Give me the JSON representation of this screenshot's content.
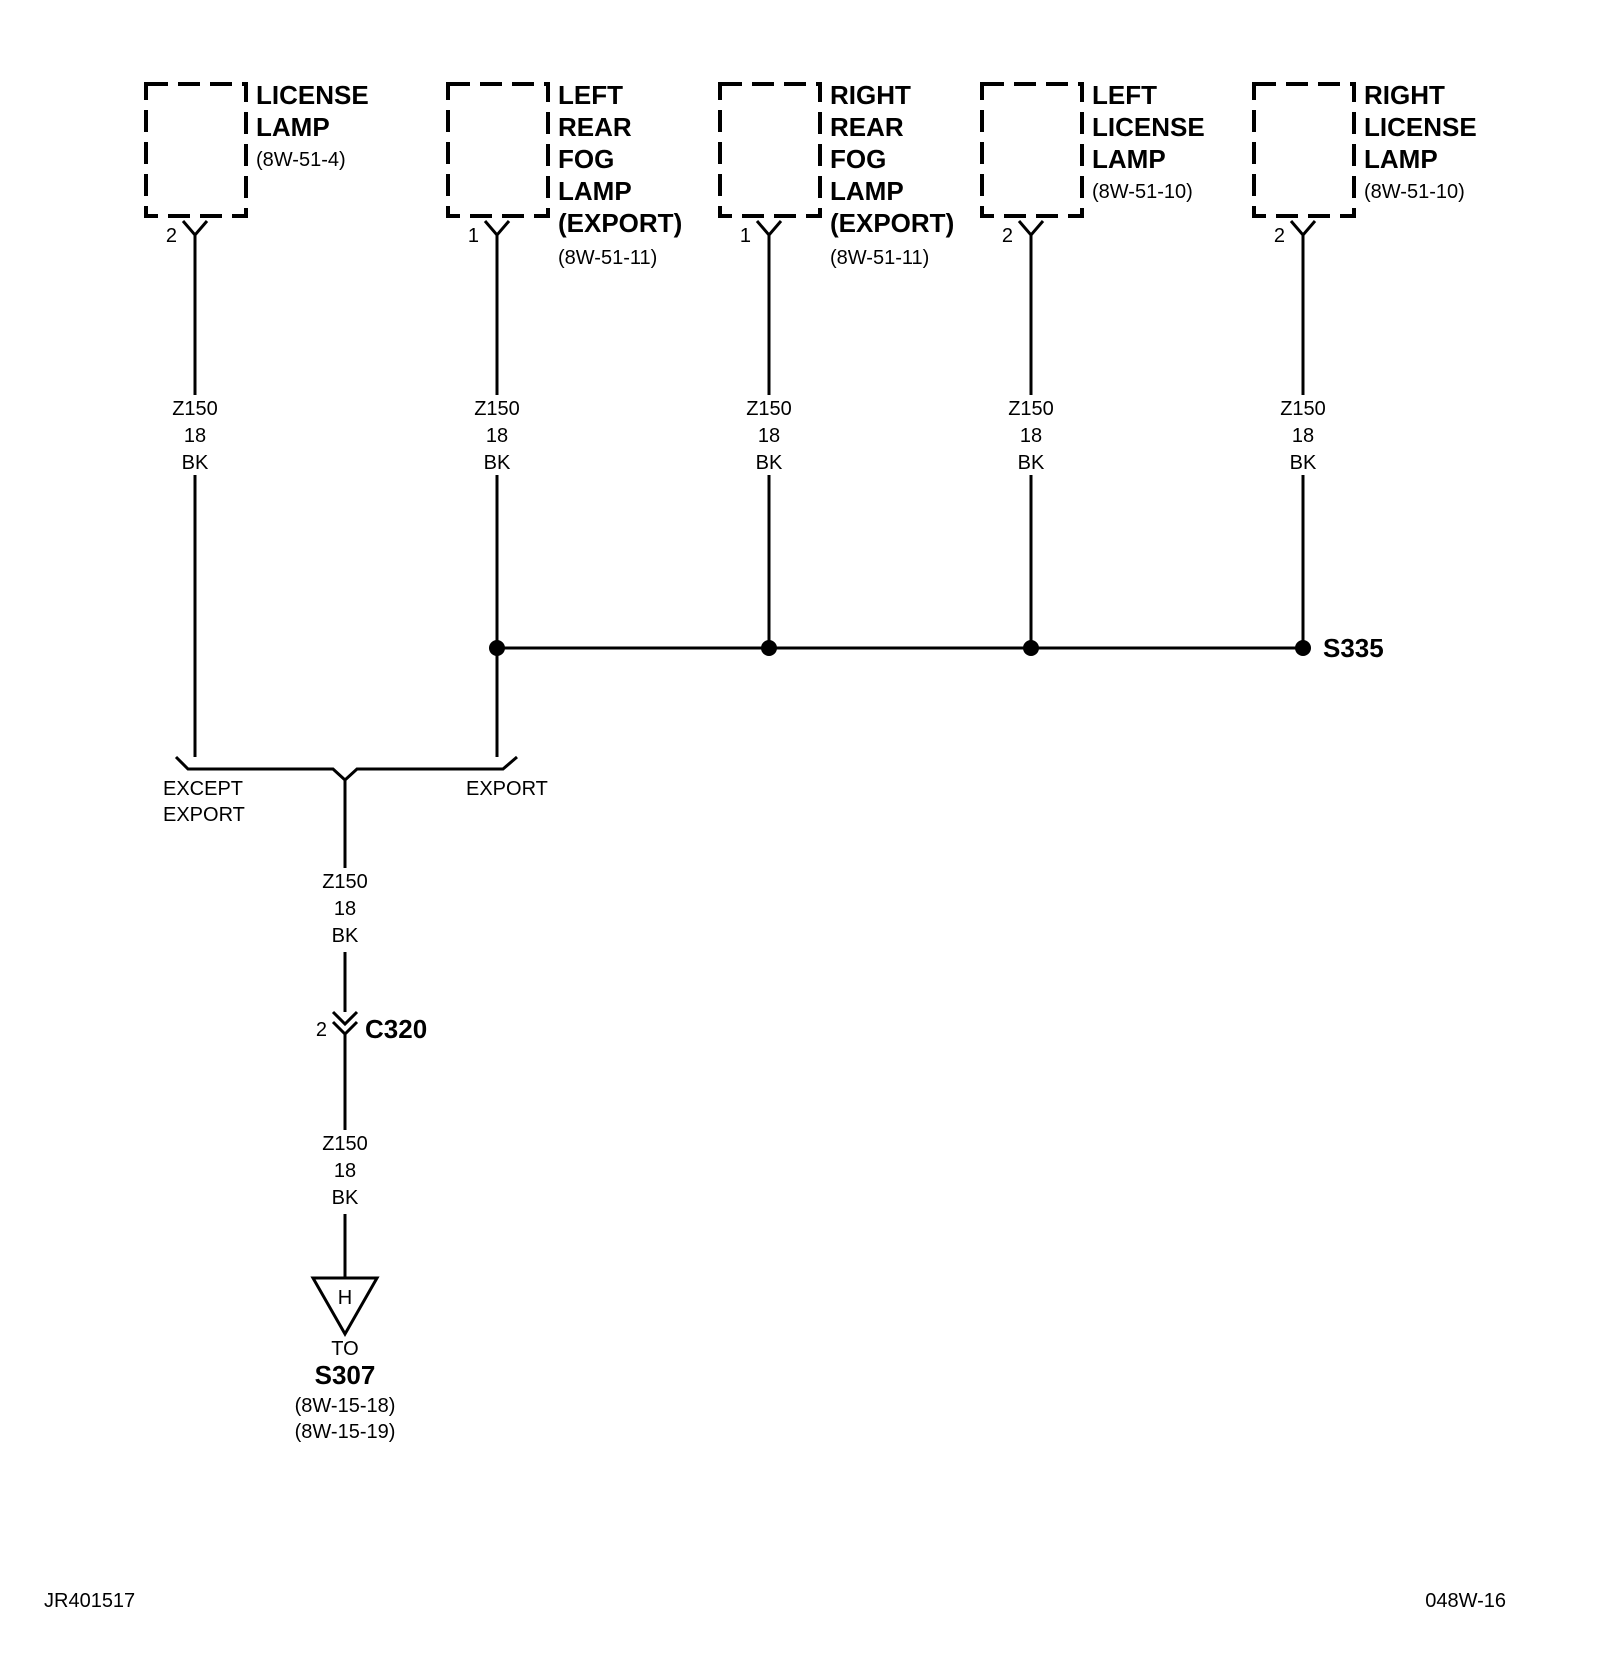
{
  "components": [
    {
      "name_lines": [
        "LICENSE",
        "LAMP"
      ],
      "ref": "(8W-51-4)",
      "pin": "2"
    },
    {
      "name_lines": [
        "LEFT",
        "REAR",
        "FOG",
        "LAMP",
        "(EXPORT)"
      ],
      "ref": "(8W-51-11)",
      "pin": "1"
    },
    {
      "name_lines": [
        "RIGHT",
        "REAR",
        "FOG",
        "LAMP",
        "(EXPORT)"
      ],
      "ref": "(8W-51-11)",
      "pin": "1"
    },
    {
      "name_lines": [
        "LEFT",
        "LICENSE",
        "LAMP"
      ],
      "ref": "(8W-51-10)",
      "pin": "2"
    },
    {
      "name_lines": [
        "RIGHT",
        "LICENSE",
        "LAMP"
      ],
      "ref": "(8W-51-10)",
      "pin": "2"
    }
  ],
  "wire": {
    "circuit": "Z150",
    "gauge": "18",
    "color": "BK"
  },
  "splice": {
    "label": "S335"
  },
  "branch": {
    "left_lines": [
      "EXCEPT",
      "EXPORT"
    ],
    "right": "EXPORT"
  },
  "connector": {
    "pin": "2",
    "label": "C320"
  },
  "ground": {
    "letter": "H",
    "to": "TO",
    "dest": "S307",
    "refs": [
      "(8W-15-18)",
      "(8W-15-19)"
    ]
  },
  "footer": {
    "left": "JR401517",
    "right": "048W-16"
  }
}
